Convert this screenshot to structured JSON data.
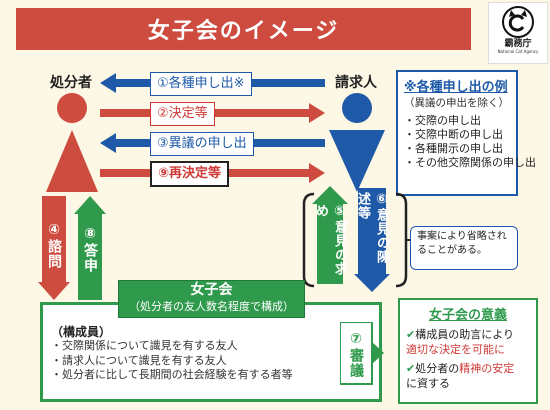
{
  "title": "女子会のイメージ",
  "logo": {
    "line1": "霸務庁",
    "line2": "National Cat Agency"
  },
  "parties": {
    "left": "処分者",
    "right": "請求人"
  },
  "arrows": {
    "a1": "①各種申し出※",
    "a2": "②決定等",
    "a3": "③異議の申し出",
    "a9": "⑨再決定等"
  },
  "examples": {
    "title": "※各種申し出の例",
    "subtitle": "（異議の申出を除く）",
    "items": [
      "・交際の申し出",
      "・交際中断の申し出",
      "・各種開示の申し出",
      "・その他交際関係の申し出"
    ]
  },
  "note": "事案により省略されることがある。",
  "vertical": {
    "a4": "④諮問",
    "a8": "⑧答申",
    "a5": "⑤意見の求め",
    "a6": "⑥意見の陳述等",
    "a7": "⑦審議"
  },
  "committee": {
    "name": "女子会",
    "desc": "（処分者の友人数名程度で構成）"
  },
  "members": {
    "heading": "（構成員）",
    "items": [
      "・交際関係について識見を有する友人",
      "・請求人について識見を有する友人",
      "・処分者に比して長期間の社会経験を有する者等"
    ]
  },
  "meaning": {
    "title": "女子会の意義",
    "item1_a": "構成員の助言により",
    "item1_b": "適切な決定を可能に",
    "item2_a": "処分者の",
    "item2_b": "精神の安定",
    "item2_c": "に資する"
  },
  "colors": {
    "red": "#cd4b3f",
    "blue": "#1e5aa8",
    "green": "#2f9a4c",
    "background": "#fdf7e6"
  }
}
